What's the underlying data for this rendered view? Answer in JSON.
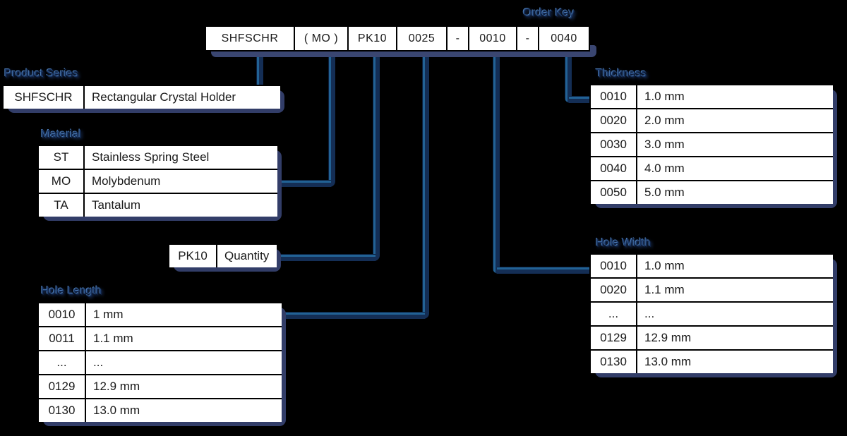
{
  "order_key": {
    "label": "Order Key",
    "cells": [
      "SHFSCHR",
      "( MO )",
      "PK10",
      "0025",
      "-",
      "0010",
      "-",
      "0040"
    ]
  },
  "tables": {
    "product_series": {
      "label": "Product Series",
      "rows": [
        [
          "SHFSCHR",
          "Rectangular Crystal Holder"
        ]
      ]
    },
    "material": {
      "label": "Material",
      "rows": [
        [
          "ST",
          "Stainless Spring Steel"
        ],
        [
          "MO",
          "Molybdenum"
        ],
        [
          "TA",
          "Tantalum"
        ]
      ]
    },
    "quantity": {
      "rows": [
        [
          "PK10",
          "Quantity"
        ]
      ]
    },
    "hole_length": {
      "label": "Hole Length",
      "rows": [
        [
          "0010",
          "1 mm"
        ],
        [
          "0011",
          "1.1 mm"
        ],
        [
          "...",
          "..."
        ],
        [
          "0129",
          "12.9 mm"
        ],
        [
          "0130",
          "13.0 mm"
        ]
      ]
    },
    "thickness": {
      "label": "Thickness",
      "rows": [
        [
          "0010",
          "1.0 mm"
        ],
        [
          "0020",
          "2.0 mm"
        ],
        [
          "0030",
          "3.0 mm"
        ],
        [
          "0040",
          "4.0 mm"
        ],
        [
          "0050",
          "5.0 mm"
        ]
      ]
    },
    "hole_width": {
      "label": "Hole Width",
      "rows": [
        [
          "0010",
          "1.0 mm"
        ],
        [
          "0020",
          "1.1 mm"
        ],
        [
          "...",
          "..."
        ],
        [
          "0129",
          "12.9 mm"
        ],
        [
          "0130",
          "13.0 mm"
        ]
      ]
    }
  },
  "colors": {
    "background": "#000000",
    "cell_background": "#ffffff",
    "cell_border": "#000000",
    "table_shadow": "#323d68",
    "connector_dark": "#142e55",
    "connector_light": "#226295",
    "label_text": "#1b3866"
  }
}
